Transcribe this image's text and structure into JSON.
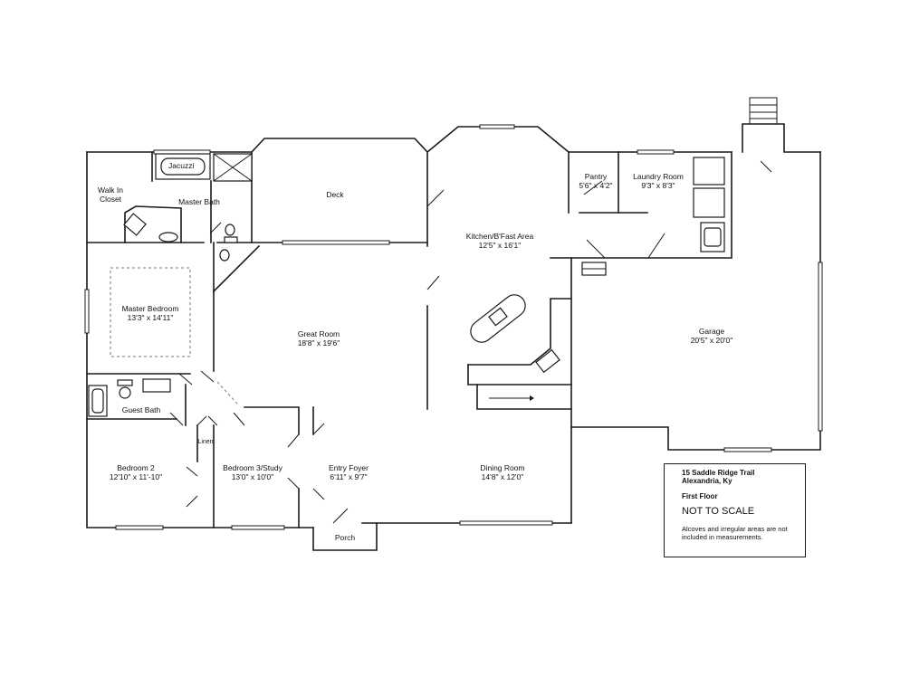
{
  "rooms": {
    "walk_in_closet": {
      "name": "Walk In",
      "name2": "Closet"
    },
    "master_bath": {
      "name": "Master Bath"
    },
    "deck": {
      "name": "Deck"
    },
    "pantry": {
      "name": "Pantry",
      "dims": "5'6\" x 4'2\""
    },
    "laundry": {
      "name": "Laundry Room",
      "dims": "9'3\" x 8'3\""
    },
    "kitchen": {
      "name": "Kitchen/B'Fast Area",
      "dims": "12'5\" x 16'1\""
    },
    "master_bedroom": {
      "name": "Master Bedroom",
      "dims": "13'3\" x 14'11\""
    },
    "great_room": {
      "name": "Great Room",
      "dims": "18'8\" x 19'6\""
    },
    "garage": {
      "name": "Garage",
      "dims": "20'5\" x 20'0\""
    },
    "guest_bath": {
      "name": "Guest Bath"
    },
    "linen": {
      "name": "Linen"
    },
    "bedroom2": {
      "name": "Bedroom 2",
      "dims": "12'10\" x 11'-10\""
    },
    "bedroom3": {
      "name": "Bedroom 3/Study",
      "dims": "13'0\" x 10'0\""
    },
    "entry_foyer": {
      "name": "Entry Foyer",
      "dims": "6'11\" x 9'7\""
    },
    "dining_room": {
      "name": "Dining Room",
      "dims": "14'8\" x 12'0\""
    },
    "porch": {
      "name": "Porch"
    }
  },
  "fixtures": {
    "jacuzzi": "Jacuzzi"
  },
  "info_box": {
    "address_line1": "15 Saddle Ridge Trail",
    "address_line2": "Alexandria, Ky",
    "floor": "First Floor",
    "scale_note": "NOT TO SCALE",
    "note_line1": "Alcoves and irregular areas are not",
    "note_line2": "included in measurements."
  }
}
